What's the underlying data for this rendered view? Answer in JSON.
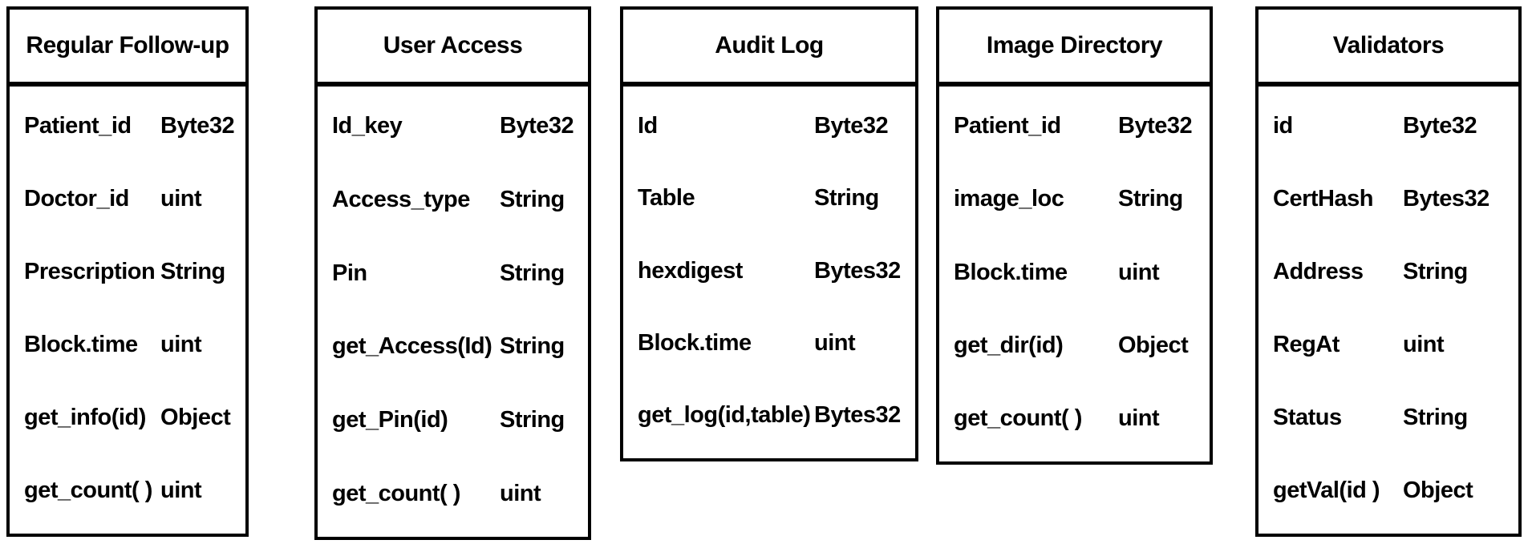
{
  "colors": {
    "background": "#ffffff",
    "border": "#000000",
    "text": "#000000"
  },
  "classes": [
    {
      "title": "Regular Follow-up",
      "rows": [
        {
          "name": "Patient_id",
          "type": "Byte32"
        },
        {
          "name": "Doctor_id",
          "type": "uint"
        },
        {
          "name": "Prescription",
          "type": "String"
        },
        {
          "name": "Block.time",
          "type": "uint"
        },
        {
          "name": "get_info(id)",
          "type": "Object"
        },
        {
          "name": "get_count( )",
          "type": "uint"
        }
      ]
    },
    {
      "title": "User Access",
      "rows": [
        {
          "name": "Id_key",
          "type": "Byte32"
        },
        {
          "name": "Access_type",
          "type": "String"
        },
        {
          "name": "Pin",
          "type": "String"
        },
        {
          "name": "get_Access(Id)",
          "type": "String"
        },
        {
          "name": "get_Pin(id)",
          "type": "String"
        },
        {
          "name": "get_count( )",
          "type": "uint"
        }
      ]
    },
    {
      "title": "Audit Log",
      "rows": [
        {
          "name": "Id",
          "type": "Byte32"
        },
        {
          "name": "Table",
          "type": "String"
        },
        {
          "name": "hexdigest",
          "type": "Bytes32"
        },
        {
          "name": "Block.time",
          "type": "uint"
        },
        {
          "name": "get_log(id,table)",
          "type": "Bytes32"
        }
      ]
    },
    {
      "title": "Image Directory",
      "rows": [
        {
          "name": "Patient_id",
          "type": "Byte32"
        },
        {
          "name": "image_loc",
          "type": "String"
        },
        {
          "name": "Block.time",
          "type": "uint"
        },
        {
          "name": "get_dir(id)",
          "type": "Object"
        },
        {
          "name": "get_count( )",
          "type": "uint"
        }
      ]
    },
    {
      "title": "Validators",
      "rows": [
        {
          "name": "id",
          "type": "Byte32"
        },
        {
          "name": "CertHash",
          "type": "Bytes32"
        },
        {
          "name": "Address",
          "type": "String"
        },
        {
          "name": "RegAt",
          "type": "uint"
        },
        {
          "name": "Status",
          "type": "String"
        },
        {
          "name": "getVal(id )",
          "type": "Object"
        }
      ]
    }
  ]
}
